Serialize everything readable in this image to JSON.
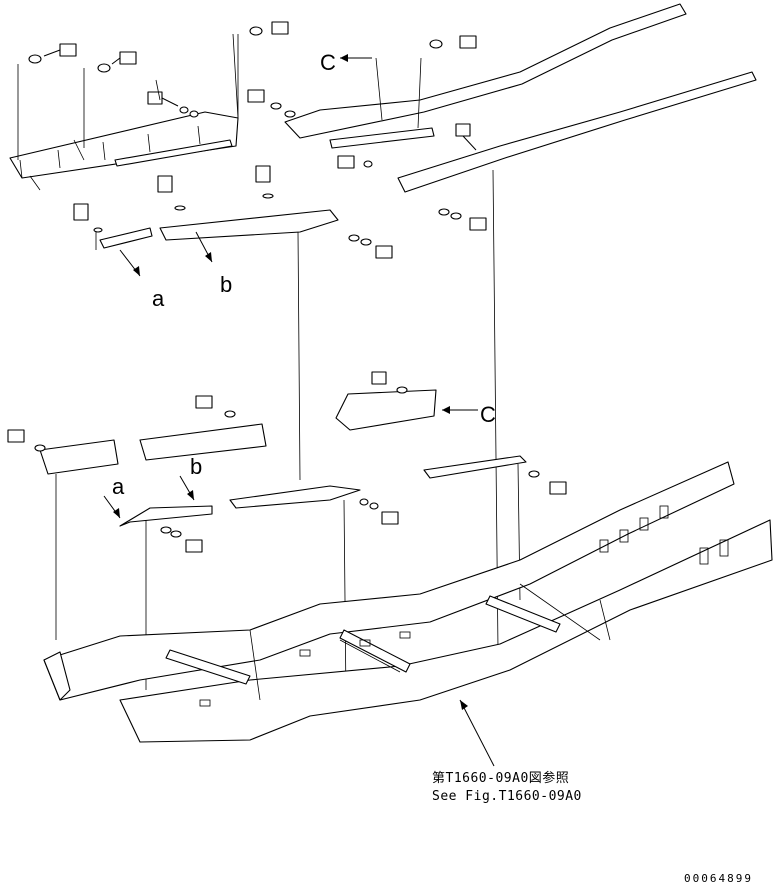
{
  "labels": {
    "a_upper": "a",
    "b_upper": "b",
    "c_upper": "C",
    "a_lower": "a",
    "b_lower": "b",
    "c_lower": "C"
  },
  "reference_note": {
    "line1": "第T1660-09A0図参照",
    "line2": "See Fig.T1660-09A0"
  },
  "drawing_code": "00064899",
  "icons": [
    "bolt-icon",
    "washer-icon",
    "cover-plate",
    "frame-assembly"
  ]
}
